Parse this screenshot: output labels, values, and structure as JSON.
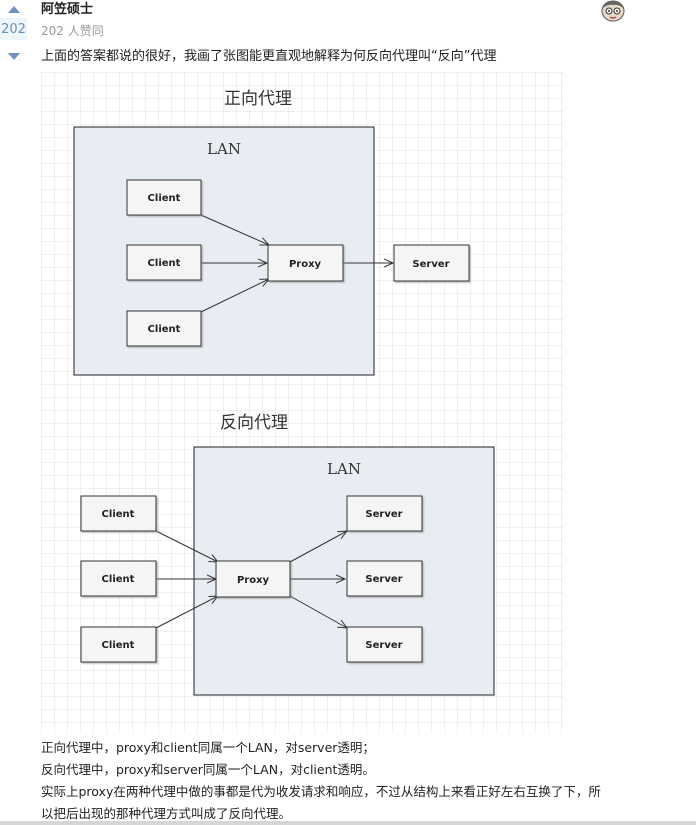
{
  "answer": {
    "vote_count": "202",
    "author": "阿笠硕士",
    "vote_info": "202 人赞同",
    "intro": "上面的答案都说的很好，我画了张图能更直观地解释为何反向代理叫“反向”代理"
  },
  "icons": {
    "upvote": "triangle-up-icon",
    "downvote": "triangle-down-icon",
    "avatar": "cartoon-avatar-icon"
  },
  "colors": {
    "vote_arrow": "#6f90c5",
    "vote_count_bg": "#eff6fa",
    "lan_fill": "#e8edf3",
    "grid": "#e0e0e0"
  },
  "diagram": {
    "forward": {
      "title": "正向代理",
      "lan": "LAN",
      "client1": "Client",
      "client2": "Client",
      "client3": "Client",
      "proxy": "Proxy",
      "server": "Server"
    },
    "reverse": {
      "title": "反向代理",
      "lan": "LAN",
      "client1": "Client",
      "client2": "Client",
      "client3": "Client",
      "proxy": "Proxy",
      "server1": "Server",
      "server2": "Server",
      "server3": "Server"
    }
  },
  "paragraphs": {
    "p1": "正向代理中，proxy和client同属一个LAN，对server透明；",
    "p2": "反向代理中，proxy和server同属一个LAN，对client透明。",
    "p3": "实际上proxy在两种代理中做的事都是代为收发请求和响应，不过从结构上来看正好左右互换了下，所",
    "p4": "以把后出现的那种代理方式叫成了反向代理。"
  }
}
